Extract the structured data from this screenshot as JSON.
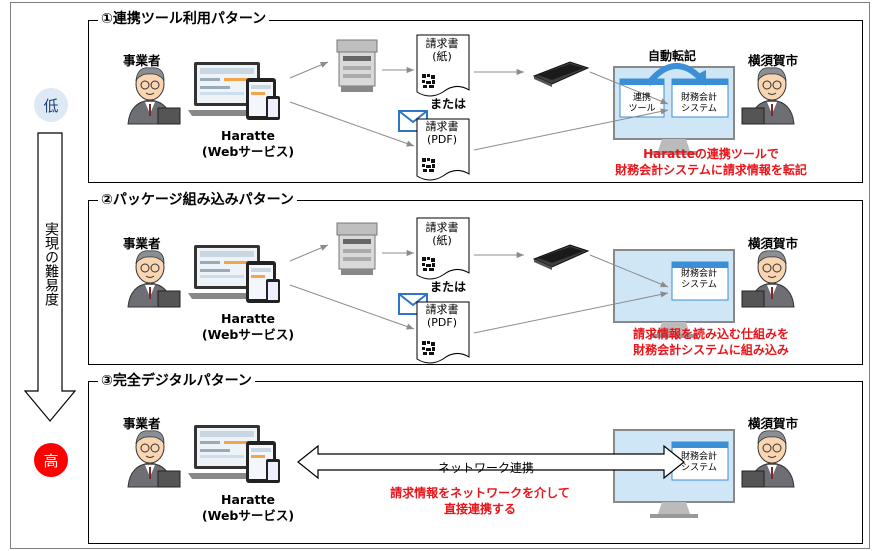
{
  "axis": {
    "low": "低",
    "high": "高",
    "difficulty": "実現の難易度",
    "low_color": "#dde9f5",
    "high_color": "#ff0000"
  },
  "common": {
    "business": "事業者",
    "city": "横須賀市",
    "service_line1": "Haratte",
    "service_line2": "(Webサービス)",
    "invoice_paper_l1": "請求書",
    "invoice_paper_l2": "(紙)",
    "or": "または",
    "invoice_pdf_l1": "請求書",
    "invoice_pdf_l2": "(PDF)",
    "accounting_l1": "財務会計",
    "accounting_l2": "システム"
  },
  "pattern1": {
    "title": "①連携ツール利用パターン",
    "auto_transfer": "自動転記",
    "tool_l1": "連携",
    "tool_l2": "ツール",
    "note_l1": "Haratteの連携ツールで",
    "note_l2": "財務会計システムに請求情報を転記"
  },
  "pattern2": {
    "title": "②パッケージ組み込みパターン",
    "note_l1": "請求情報を読み込む仕組みを",
    "note_l2": "財務会計システムに組み込み"
  },
  "pattern3": {
    "title": "③完全デジタルパターン",
    "network": "ネットワーク連携",
    "note_l1": "請求情報をネットワークを介して",
    "note_l2": "直接連携する"
  },
  "colors": {
    "accent_red": "#e8151b",
    "monitor_blue": "#cfe6f7",
    "window_blue": "#3b8fd6"
  }
}
